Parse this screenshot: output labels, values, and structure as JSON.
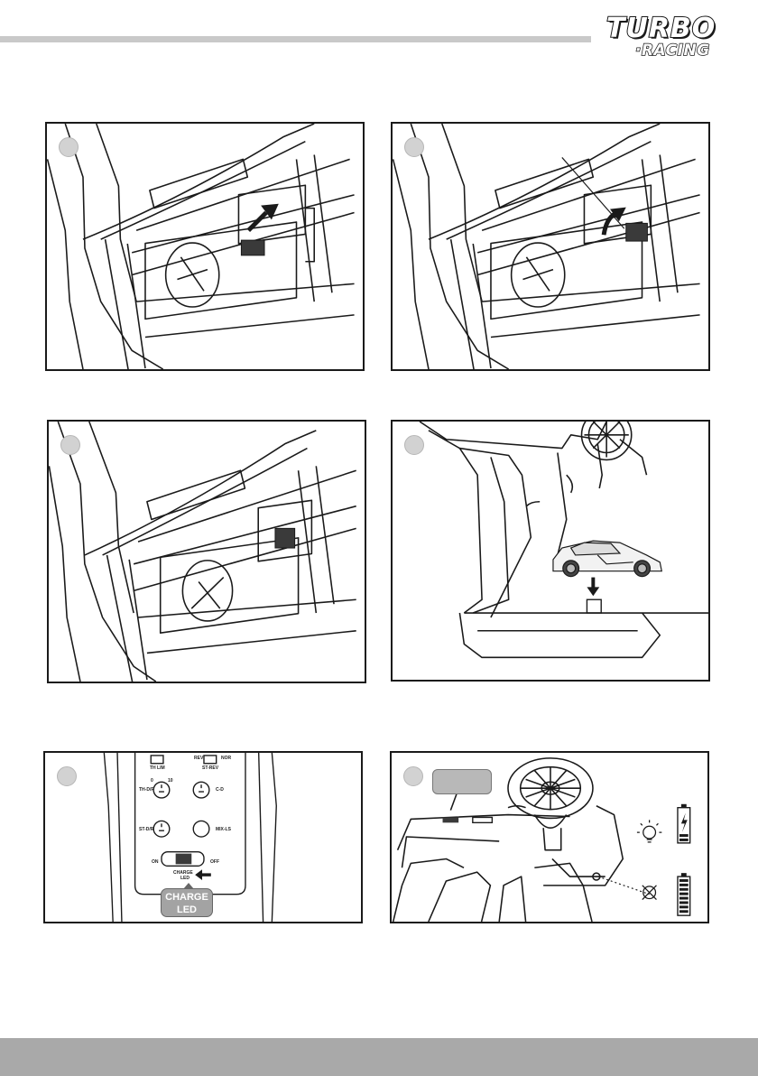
{
  "brand": {
    "logo_top": "TURBO",
    "logo_bottom": "·RACING"
  },
  "colors": {
    "header_rule": "#c9c9c9",
    "footer_band": "#a9a9a9",
    "step_dot": "#d2d2d2",
    "line_art": "#1a1a1a"
  },
  "panels": [
    {
      "id": 1,
      "illustration": "transmitter-battery-cover-slide-open"
    },
    {
      "id": 2,
      "illustration": "transmitter-lift-plug"
    },
    {
      "id": 3,
      "illustration": "transmitter-plug-stowed"
    },
    {
      "id": 4,
      "illustration": "car-stored-in-transmitter-base"
    },
    {
      "id": 5,
      "illustration": "charge-switch-panel",
      "labels": {
        "th_lim": "TH LIM",
        "rev": "REV",
        "nor": "NOR",
        "st_rev": "ST-REV",
        "th_dr": "TH-D/R",
        "st_dr": "ST-D/R",
        "c_d": "C-D",
        "mix_ls": "MIX-LS",
        "on": "ON",
        "off": "OFF",
        "switch_line1": "CHARGE",
        "switch_line2": "LED",
        "zero": "0",
        "ten": "10",
        "badge_line1": "CHARGE",
        "badge_line2": "LED"
      }
    },
    {
      "id": 6,
      "illustration": "usb-charging-port-and-status-led",
      "icons": [
        "bulb-glow-icon",
        "battery-charging-icon",
        "bulb-off-icon",
        "battery-full-icon"
      ]
    }
  ]
}
